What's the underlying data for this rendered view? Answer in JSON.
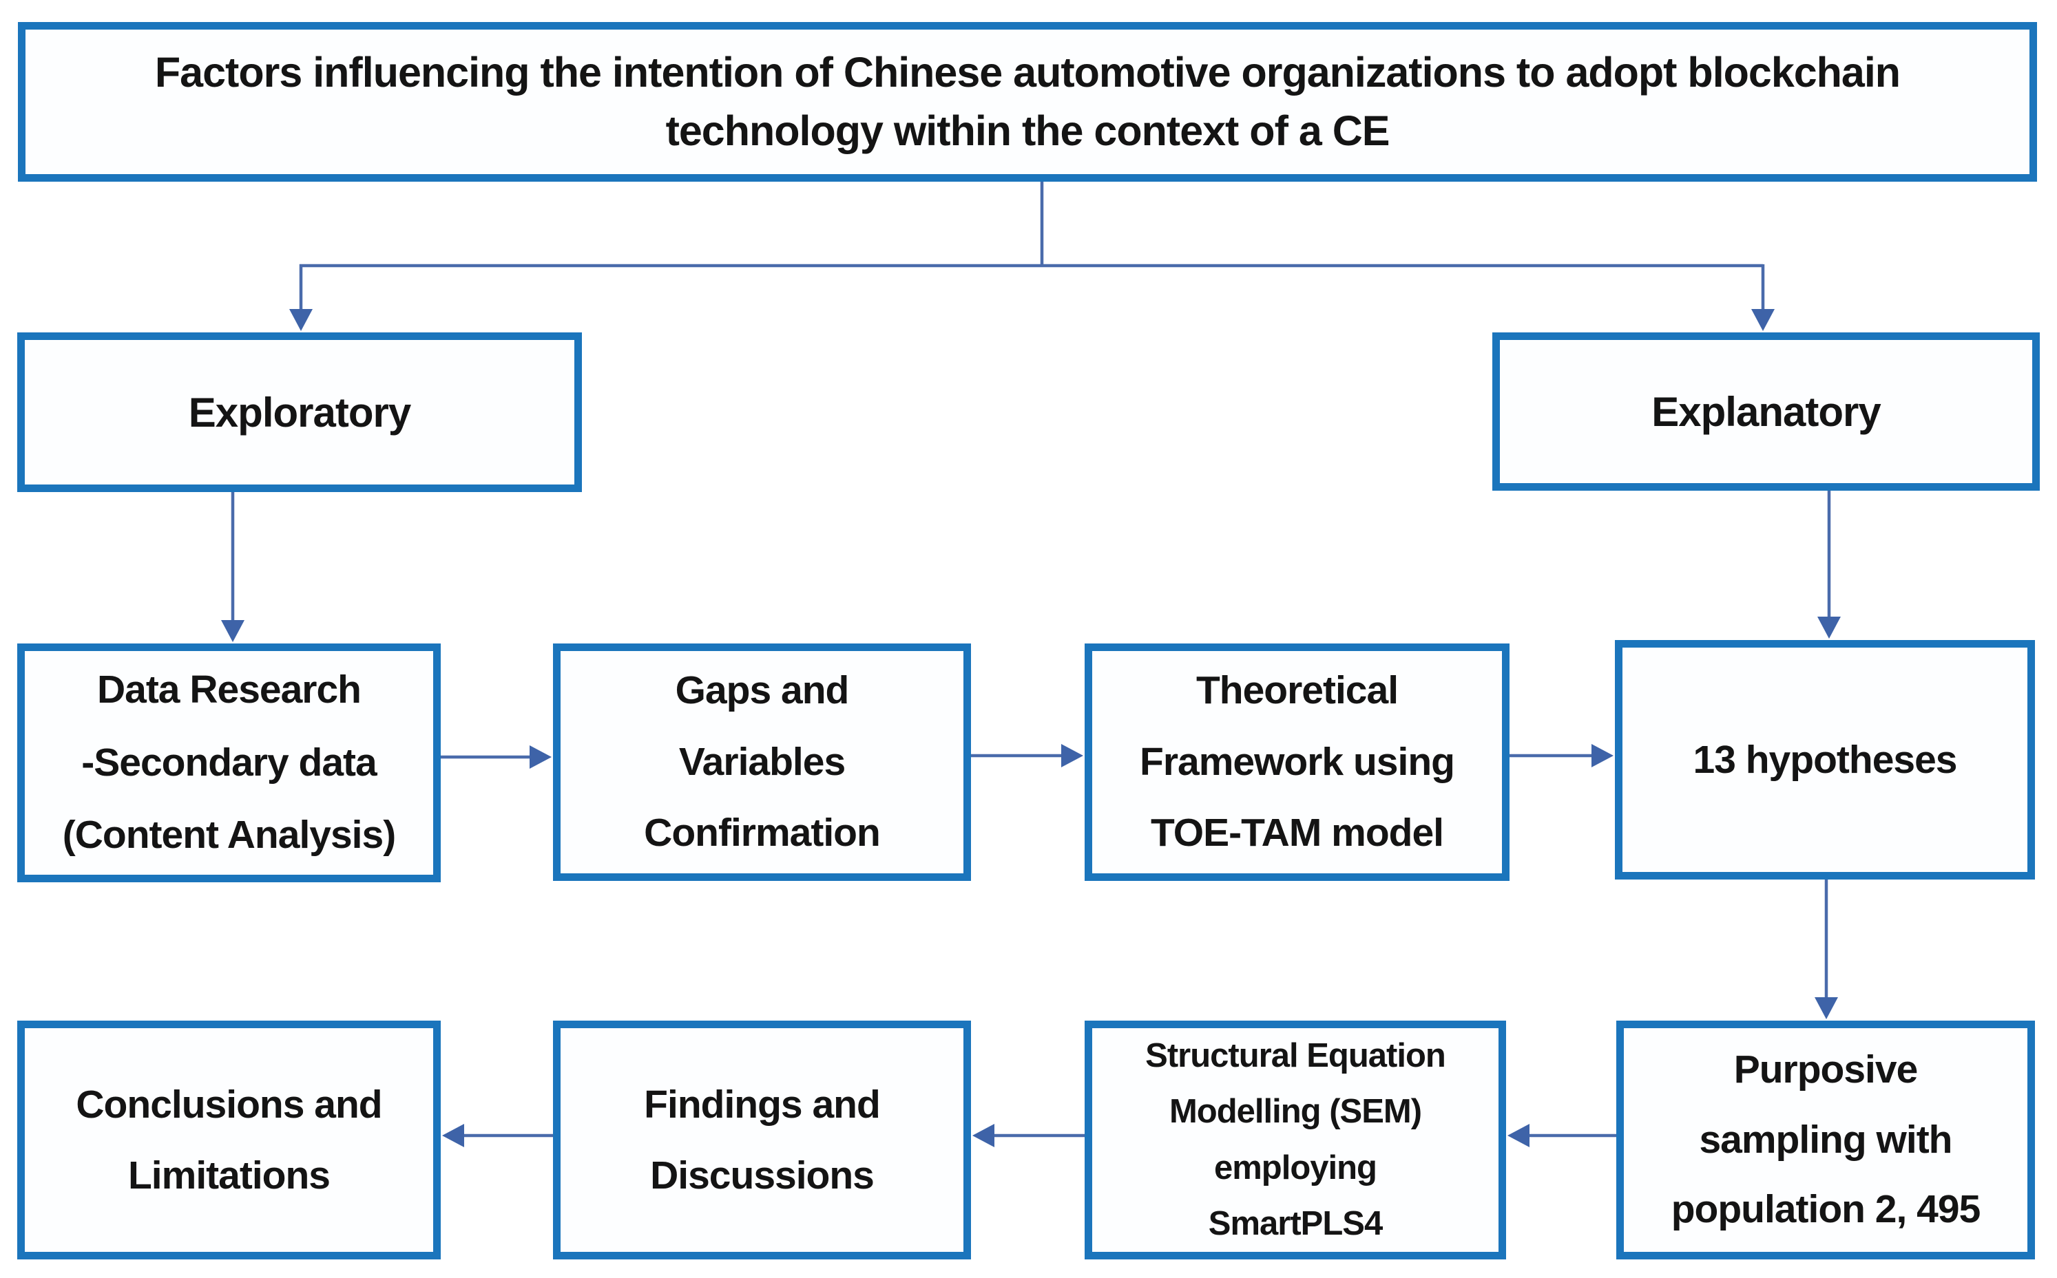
{
  "colors": {
    "box_border": "#1b75bc",
    "connector_line": "#4a6bab",
    "arrowhead": "#3e63a8",
    "text": "#141414",
    "background": "#ffffff"
  },
  "nodes": {
    "title": {
      "label": "Factors influencing the intention of Chinese automotive organizations to adopt blockchain\ntechnology within the context of a CE"
    },
    "exploratory": {
      "label": "Exploratory"
    },
    "explanatory": {
      "label": "Explanatory"
    },
    "data_research": {
      "label": "Data Research\n-Secondary data\n(Content Analysis)"
    },
    "gaps": {
      "label": "Gaps and\nVariables\nConfirmation"
    },
    "theoretical": {
      "label": "Theoretical\nFramework using\nTOE-TAM model"
    },
    "hypotheses": {
      "label": "13 hypotheses"
    },
    "purposive": {
      "label": "Purposive\nsampling with\npopulation 2, 495"
    },
    "sem": {
      "label": "Structural Equation\nModelling (SEM)\nemploying\nSmartPLS4"
    },
    "findings": {
      "label": "Findings and\nDiscussions"
    },
    "conclusions": {
      "label": "Conclusions and\nLimitations"
    }
  },
  "edges": [
    {
      "from": "title",
      "to": "exploratory"
    },
    {
      "from": "title",
      "to": "explanatory"
    },
    {
      "from": "exploratory",
      "to": "data_research"
    },
    {
      "from": "data_research",
      "to": "gaps"
    },
    {
      "from": "gaps",
      "to": "theoretical"
    },
    {
      "from": "theoretical",
      "to": "hypotheses"
    },
    {
      "from": "explanatory",
      "to": "hypotheses"
    },
    {
      "from": "hypotheses",
      "to": "purposive"
    },
    {
      "from": "purposive",
      "to": "sem"
    },
    {
      "from": "sem",
      "to": "findings"
    },
    {
      "from": "findings",
      "to": "conclusions"
    }
  ]
}
